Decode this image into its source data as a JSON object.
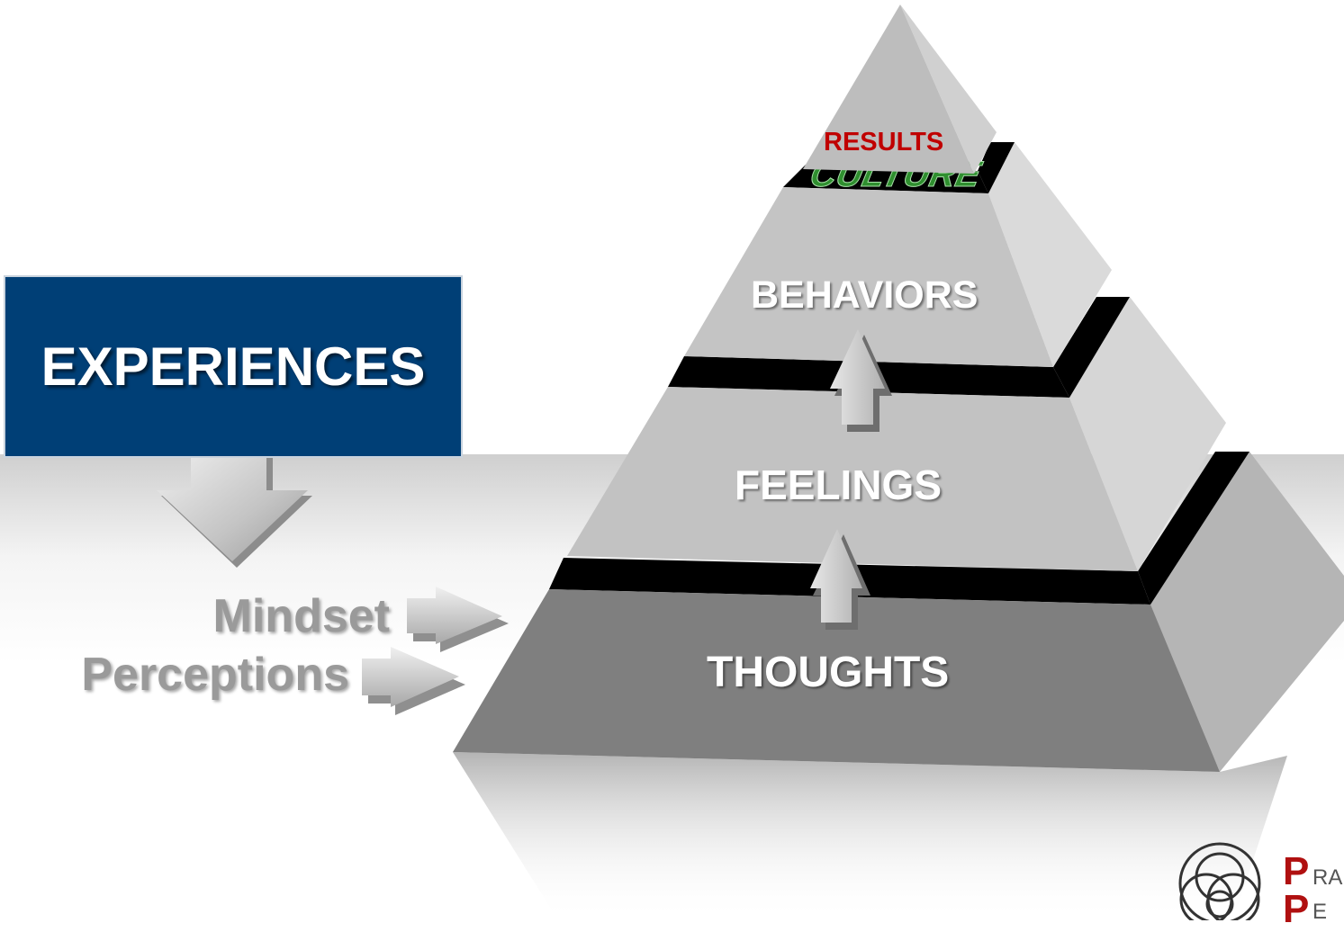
{
  "diagram": {
    "source_box": "EXPERIENCES",
    "inputs": [
      "Mindset",
      "Perceptions"
    ],
    "pyramid_levels": [
      "THOUGHTS",
      "FEELINGS",
      "BEHAVIORS",
      "RESULTS"
    ],
    "hidden_layer_text": "CULTURE"
  },
  "logo": {
    "line1_initial": "P",
    "line1_rest": "RA",
    "line2_initial": "P",
    "line2_rest": "E"
  },
  "colors": {
    "box_blue": "#003f76",
    "results_red": "#c00000",
    "culture_green": "#2f8f2f",
    "logo_red": "#b01010"
  }
}
